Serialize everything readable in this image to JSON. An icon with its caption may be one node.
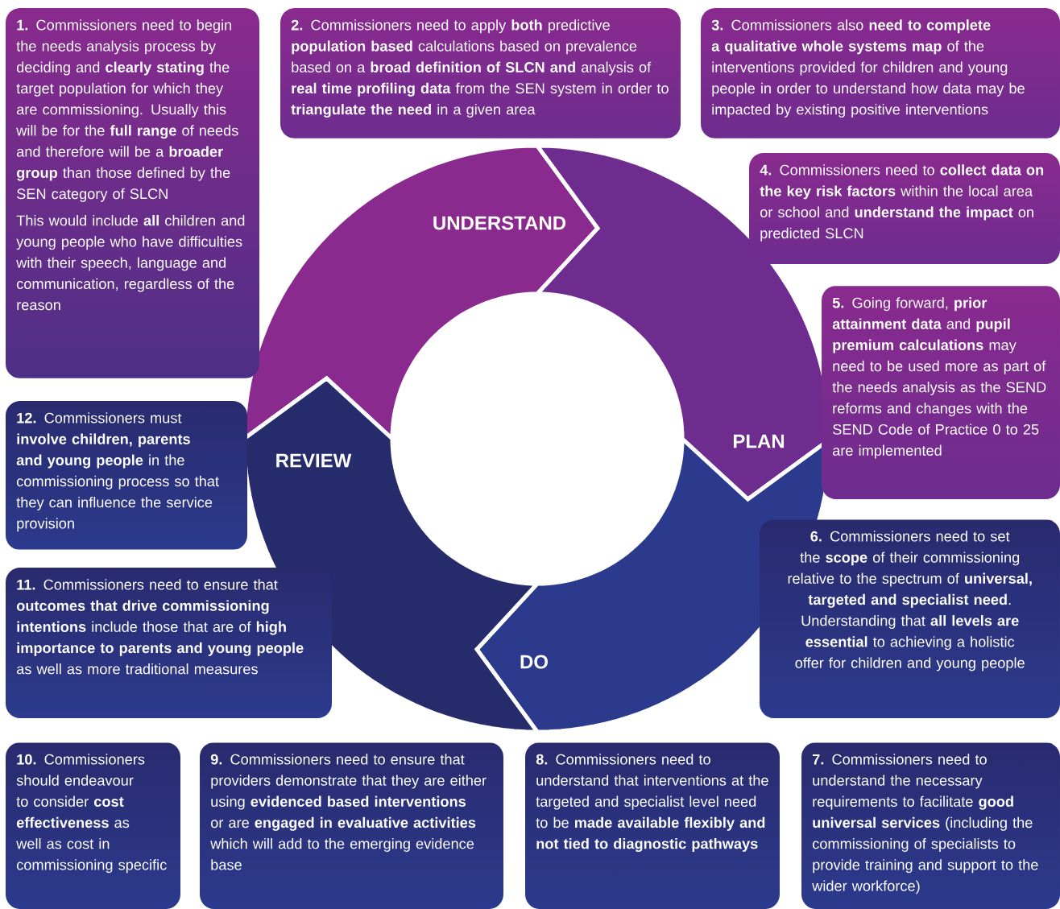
{
  "diagram": {
    "nodes": [
      {
        "text": [
          "**1.** Commissioners need to begin the needs analysis process by deciding and **clearly stating** the target population for which they are commissioning. Usually this will be for the **full range** of needs and therefore will be a **broader group** than those defined by the SEN category of SLCN",
          "This would include **all** children and young people who have difficulties with their speech, language and communication, regardless of the reason"
        ]
      },
      {
        "text": [
          "**2.** Commissioners need to apply **both** predictive **population based** calculations based on prevalence based on a **broad definition of SLCN and** analysis of **real time profiling data** from the SEN system in order to **triangulate the need** in a given area"
        ]
      },
      {
        "text": [
          "**3.** Commissioners also **need to complete a qualitative whole systems map** of the interventions provided for children and young people in order to understand how data may be impacted by existing positive interventions"
        ]
      },
      {
        "text": [
          "**4.** Commissioners need to **collect data on the key risk factors** within the local area or school and **understand the impact** on predicted SLCN"
        ]
      },
      {
        "text": [
          "**5.** Going forward, **prior attainment data** and **pupil premium calculations** may need to be used more as part of the needs analysis as the SEND reforms and changes with the SEND Code of Practice 0 to 25 are implemented"
        ]
      },
      {
        "text": [
          "**6.** Commissioners need to set the **scope** of their commissioning relative to the spectrum of **universal, targeted and specialist need**. Understanding that **all levels are essential** to achieving a holistic offer for children and young people"
        ]
      },
      {
        "text": [
          "**7.** Commissioners need to understand the necessary requirements to facilitate **good universal services** (including the commissioning of specialists to provide training and support to the wider workforce)"
        ]
      },
      {
        "text": [
          "**8.** Commissioners need to understand that interventions at the targeted and specialist level need to be **made available flexibly and not tied to diagnostic pathways**"
        ]
      },
      {
        "text": [
          "**9.** Commissioners need to ensure that providers demonstrate that they are either using **evidenced based interventions** or are **engaged in evaluative activities** which will add to the emerging evidence base"
        ]
      },
      {
        "text": [
          "**10.** Commissioners should endeavour to consider **cost effectiveness** as well as cost in commissioning specific"
        ]
      },
      {
        "text": [
          "**11.** Commissioners need to ensure that **outcomes that drive commissioning intentions** include those that are of **high importance to parents and young people** as well as more traditional measures"
        ]
      },
      {
        "text": [
          "**12.** Commissioners must **involve children, parents and young people** in the commissioning process so that they can influence the service provision"
        ]
      },
      {
        "text": [
          "UNDERSTAND"
        ]
      },
      {
        "text": [
          "PLAN"
        ]
      },
      {
        "text": [
          "DO"
        ]
      },
      {
        "text": [
          "REVIEW"
        ]
      }
    ]
  }
}
